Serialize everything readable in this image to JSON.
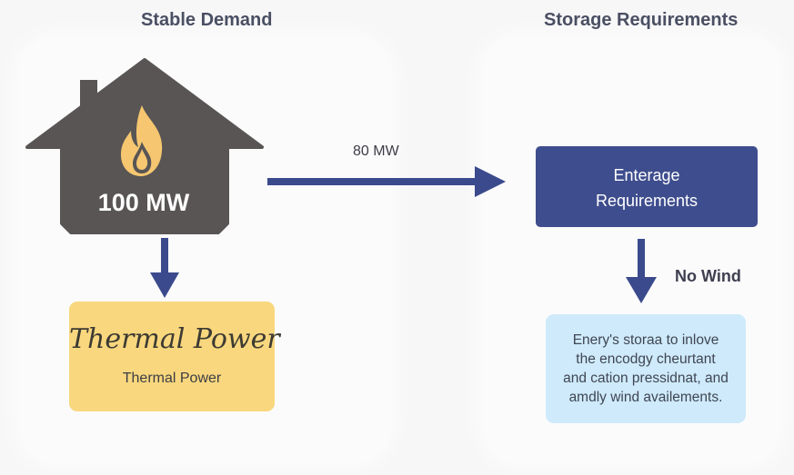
{
  "titles": {
    "left": "Stable Demand",
    "right": "Storage Requirements"
  },
  "house": {
    "value": "100 MW",
    "icon": "flame-icon",
    "color": "#595555"
  },
  "flow": {
    "label": "80 MW",
    "arrow_color": "#3a4a8c"
  },
  "storage_box": {
    "line1": "Enterage",
    "line2": "Requirements",
    "color": "#3e4d8d"
  },
  "condition": {
    "label": "No Wind"
  },
  "thermal_box": {
    "heading": "Thermal Power",
    "sub": "Thermal Power",
    "color": "#f8d77e"
  },
  "note_box": {
    "lines": [
      "Enery's storaa to inlove",
      "the encodgy cheurtant",
      "and cation pressidnat, and",
      "amdly wind availements."
    ],
    "color": "#cfeafa"
  }
}
